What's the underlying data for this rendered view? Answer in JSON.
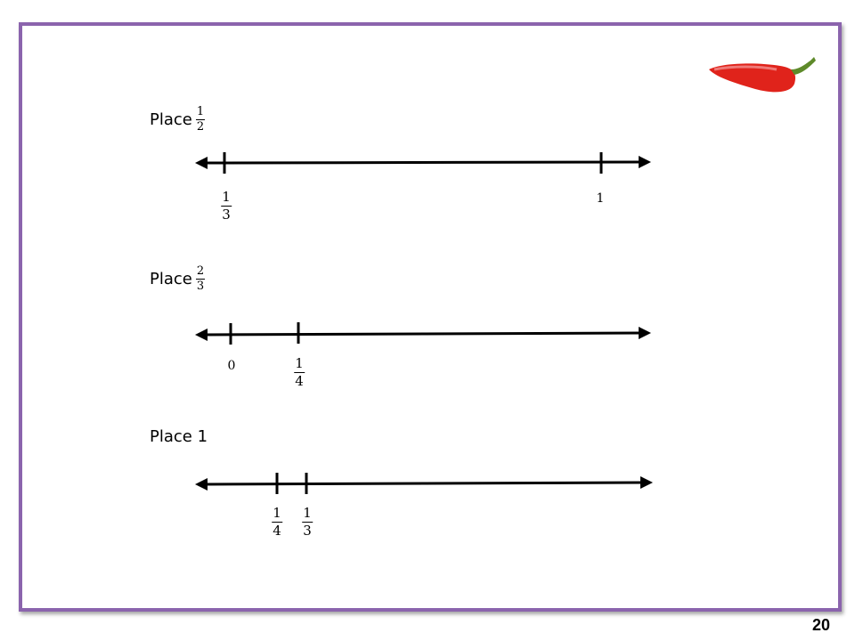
{
  "problems": [
    {
      "prompt": "Place",
      "target": {
        "num": "1",
        "den": "2"
      },
      "labels": [
        {
          "type": "frac",
          "num": "1",
          "den": "3"
        },
        {
          "type": "whole",
          "text": "1"
        }
      ]
    },
    {
      "prompt": "Place",
      "target": {
        "num": "2",
        "den": "3"
      },
      "labels": [
        {
          "type": "whole",
          "text": "0"
        },
        {
          "type": "frac",
          "num": "1",
          "den": "4"
        }
      ]
    },
    {
      "prompt": "Place 1",
      "labels": [
        {
          "type": "frac",
          "num": "1",
          "den": "4"
        },
        {
          "type": "frac",
          "num": "1",
          "den": "3"
        }
      ]
    }
  ],
  "page_number": "20",
  "colors": {
    "frame": "#8B64AD",
    "pepper": "#E0231B",
    "stem": "#5E8A2A"
  },
  "decoration": "red-chili-pepper"
}
